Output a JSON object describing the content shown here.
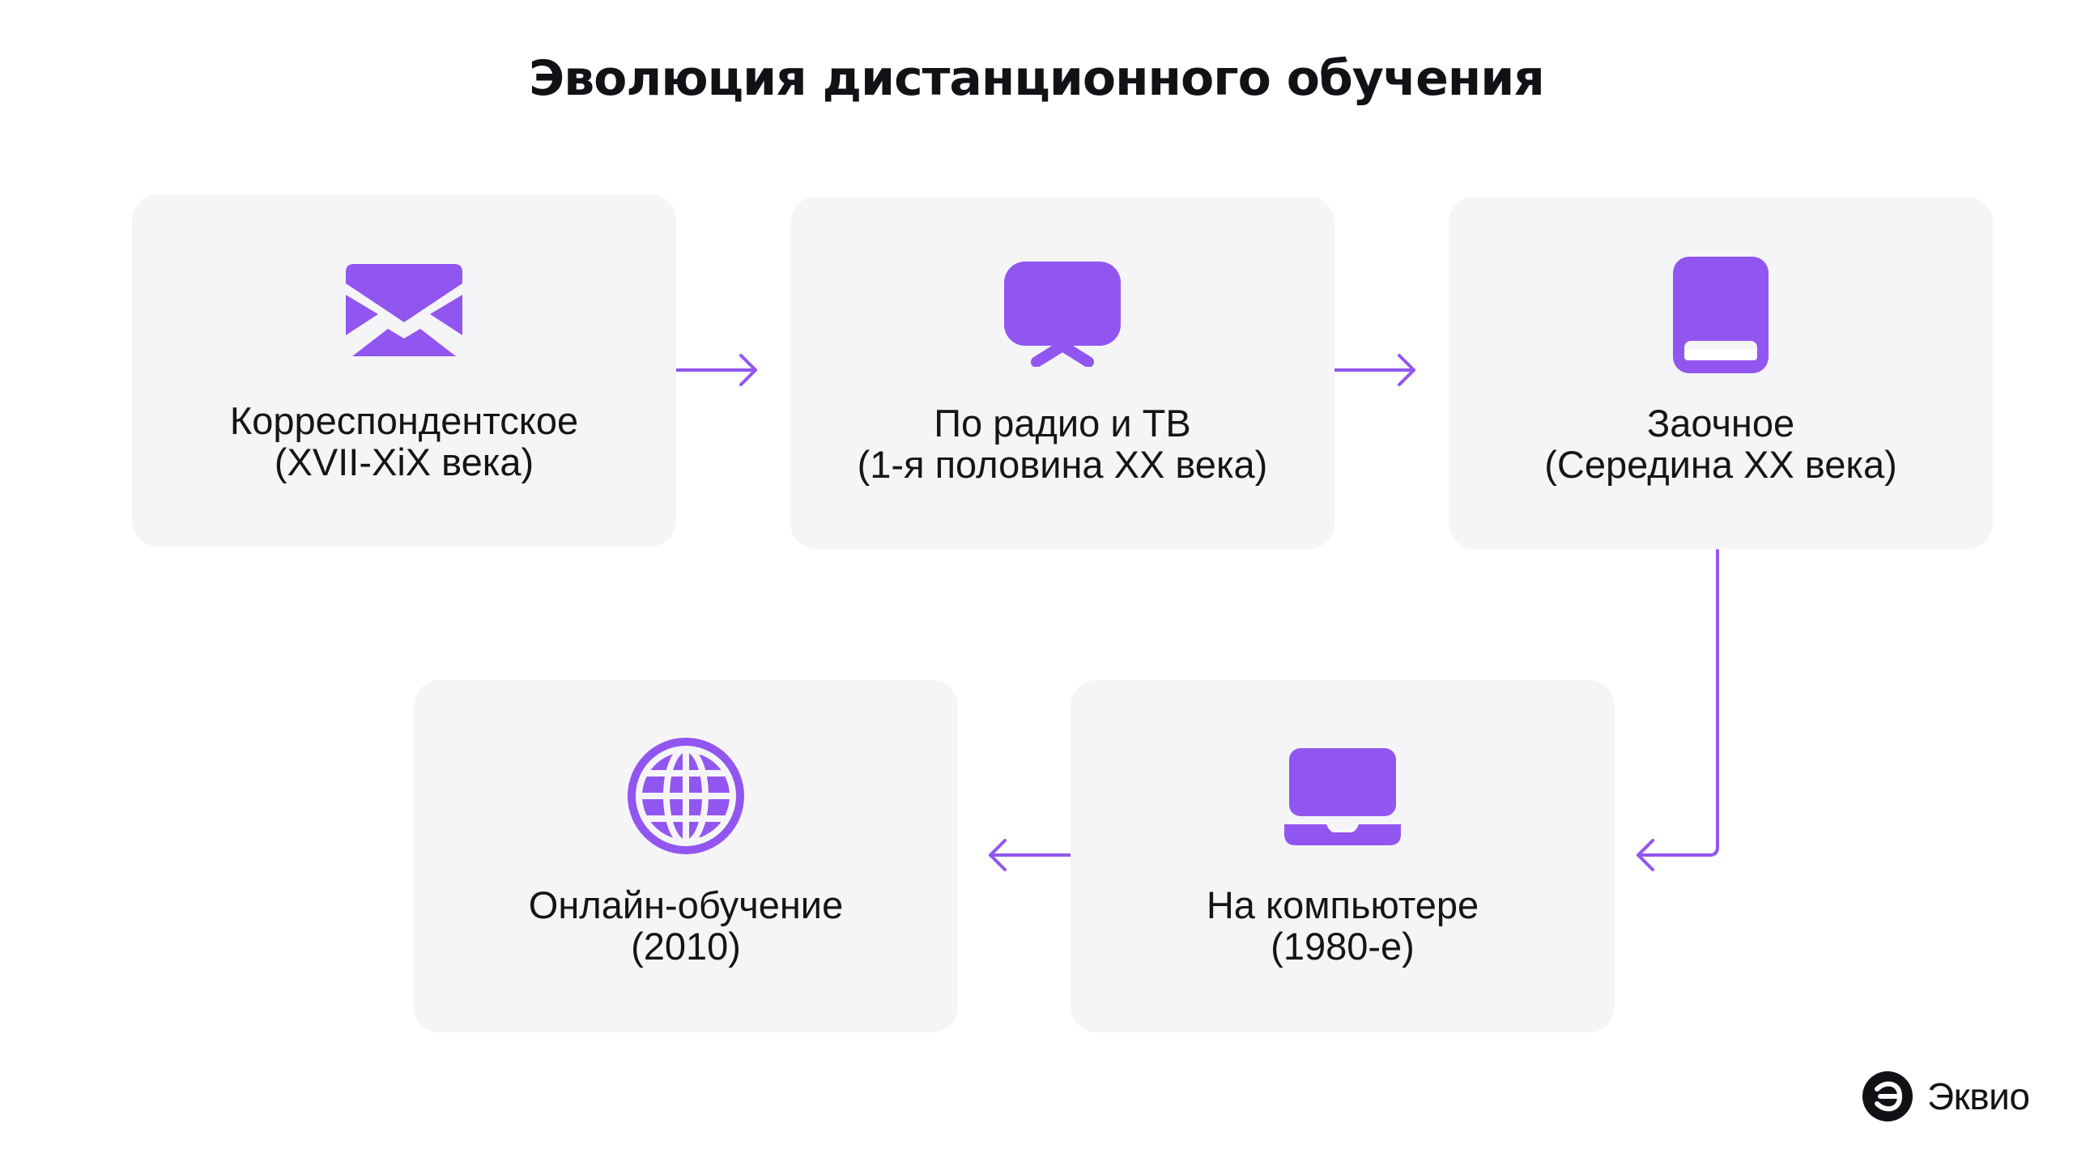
{
  "title": "Эволюция дистанционного обучения",
  "accent_color": "#9256f0",
  "stages": [
    {
      "icon": "envelope-icon",
      "line1": "Корреспондентское",
      "line2": "(XVII-XiX века)"
    },
    {
      "icon": "tv-icon",
      "line1": "По радио и ТВ",
      "line2": "(1-я половина XX века)"
    },
    {
      "icon": "book-icon",
      "line1": "Заочное",
      "line2": "(Середина XX века)"
    },
    {
      "icon": "laptop-icon",
      "line1": "На компьютере",
      "line2": "(1980-е)"
    },
    {
      "icon": "globe-icon",
      "line1": "Онлайн-обучение",
      "line2": "(2010)"
    }
  ],
  "brand": {
    "name": "Эквио",
    "icon": "eqvio-logo-icon"
  }
}
